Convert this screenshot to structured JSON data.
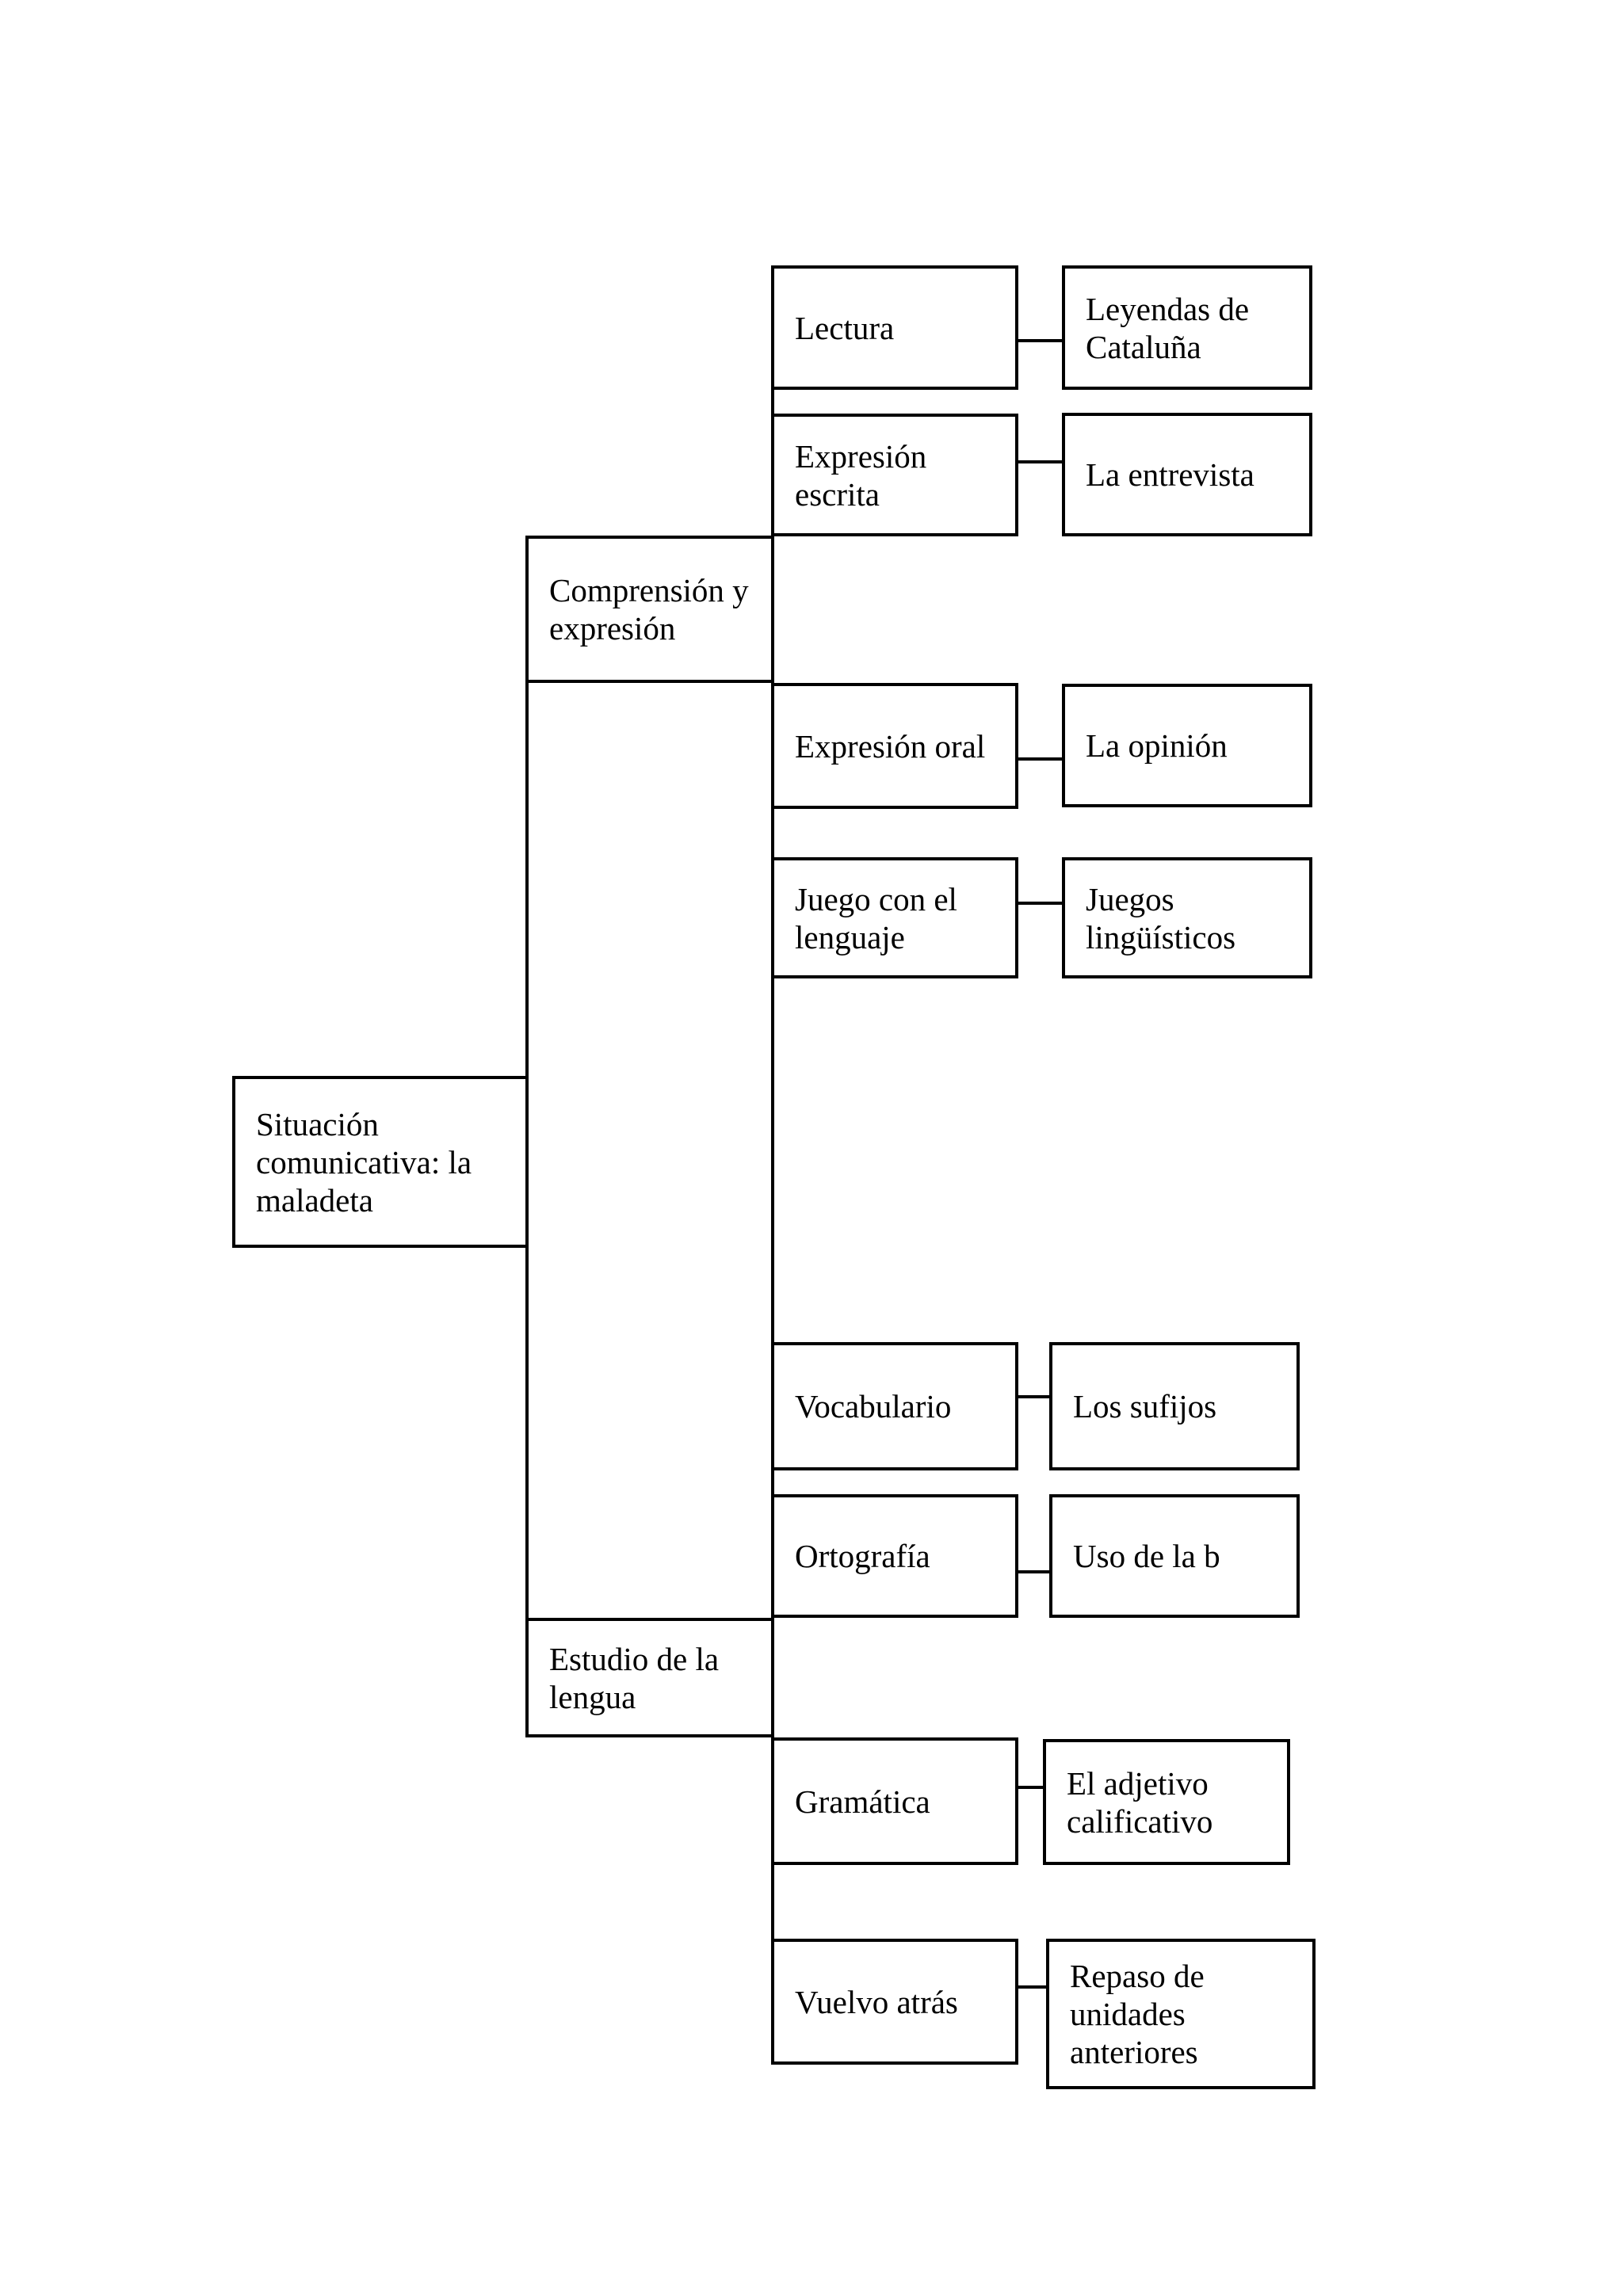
{
  "page": {
    "background_color": "#ffffff",
    "line_color": "#000000",
    "text_color": "#000000"
  },
  "diagram": {
    "root": {
      "label": "Situación\ncomunicativa: la\nmaladeta"
    },
    "branches": [
      {
        "label": "Comprensión y\nexpresión",
        "children": [
          {
            "label": "Lectura",
            "topic": "Leyendas de\nCataluña"
          },
          {
            "label": "Expresión\nescrita",
            "topic": "La entrevista"
          },
          {
            "label": "Expresión oral",
            "topic": "La opinión"
          },
          {
            "label": "Juego con el\nlenguaje",
            "topic": "Juegos\nlingüísticos"
          }
        ]
      },
      {
        "label": "Estudio de la\nlengua",
        "children": [
          {
            "label": "Vocabulario",
            "topic": "Los sufijos"
          },
          {
            "label": "Ortografía",
            "topic": "Uso de la b"
          },
          {
            "label": "Gramática",
            "topic": "El adjetivo\ncalificativo"
          },
          {
            "label": "Vuelvo atrás",
            "topic": "Repaso de\nunidades\nanteriores"
          }
        ]
      }
    ]
  }
}
